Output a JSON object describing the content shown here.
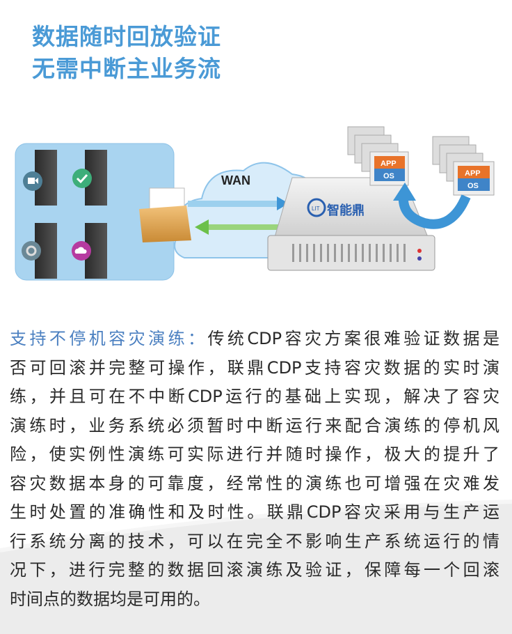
{
  "title": {
    "line1": "数据随时回放验证",
    "line2": "无需中断主业务流"
  },
  "diagram": {
    "wan_label": "WAN",
    "brand_logo_text": "智能鼎",
    "brand_logo_mark": "LIT",
    "snapshot_app_label": "APP",
    "snapshot_os_label": "OS",
    "colors": {
      "panel": "#a9d4f0",
      "arrow_blue": "#3d95d6",
      "arrow_green": "#6cc04a",
      "app_orange": "#e8732a",
      "os_blue": "#3f84c8"
    }
  },
  "body": {
    "lead": "支持不停机容灾演练：",
    "lines": [
      "传统CDP容灾方案很难验证数据是",
      "否可回滚并完整可操作，联鼎CDP支持容灾数据的实时演",
      "练，并且可在不中断CDP运行的基础上实现，解决了容灾",
      "演练时，业务系统必须暂时中断运行来配合演练的停机风",
      "险，使实例性演练可实际进行并随时操作，极大的提升了",
      "容灾数据本身的可靠度，经常性的演练也可增强在灾难发",
      "生时处置的准确性和及时性。联鼎CDP容灾采用与生产运",
      "行系统分离的技术，可以在完全不影响生产系统运行的情",
      "况下，进行完整的数据回滚演练及验证，保障每一个回滚",
      "时间点的数据均是可用的。"
    ]
  }
}
